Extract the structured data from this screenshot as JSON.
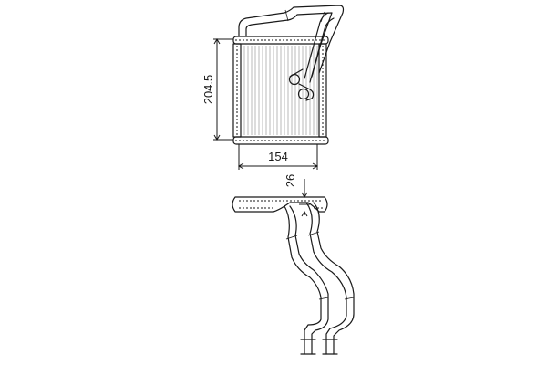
{
  "dimensions": {
    "height_label": "204.5",
    "width_label": "154",
    "depth_label": "26"
  },
  "colors": {
    "line": "#1a1a1a",
    "fins": "#9a9a9a",
    "background": "#ffffff"
  }
}
